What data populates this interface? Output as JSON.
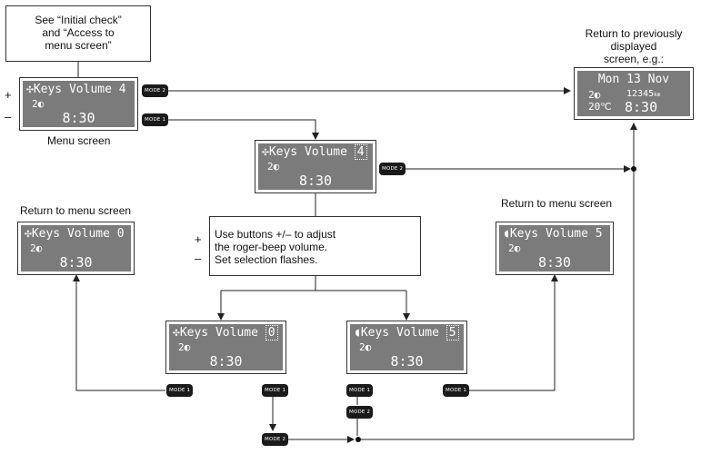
{
  "check_box": {
    "text": "See “Initial check”\nand “Access to\nmenu screen”"
  },
  "labels": {
    "menu_screen": "Menu screen",
    "return_left": "Return to menu screen",
    "return_right": "Return to menu screen",
    "return_prev": "Return to previously\ndisplayed\nscreen, e.g.:"
  },
  "instruction_box": {
    "text": "Use buttons +/– to adjust\nthe roger-beep volume.\nSet selection flashes."
  },
  "signs": {
    "plus": "+",
    "minus": "–"
  },
  "buttons": {
    "mode1": "MODE 1",
    "mode2": "MODE 2"
  },
  "screens": {
    "menu": {
      "line1": "Keys Volume 4",
      "line2": "2",
      "time": "8:30"
    },
    "center": {
      "line1": "Keys Volume",
      "selection": "4",
      "line2": "2",
      "time": "8:30"
    },
    "left_result": {
      "line1": "Keys Volume  0",
      "line2": "2",
      "time": "8:30"
    },
    "right_result": {
      "line1": "Keys Volume  5",
      "line2": "2",
      "time": "8:30"
    },
    "bottom_left": {
      "line1": "Keys Volume",
      "selection": "0",
      "line2": "2",
      "time": "8:30"
    },
    "bottom_right": {
      "line1": "Keys Volume",
      "selection": "5",
      "line2": "2",
      "time": "8:30"
    },
    "previous": {
      "date": "Mon 13 Nov",
      "channel": "2",
      "number": "12345",
      "number_unit": "km",
      "temp": "20℃",
      "time": "8:30"
    }
  },
  "colors": {
    "lcd_bg": "#7b7b7b",
    "lcd_text": "#ffffff",
    "button_bg": "#1a1a1a",
    "line": "#222222"
  }
}
